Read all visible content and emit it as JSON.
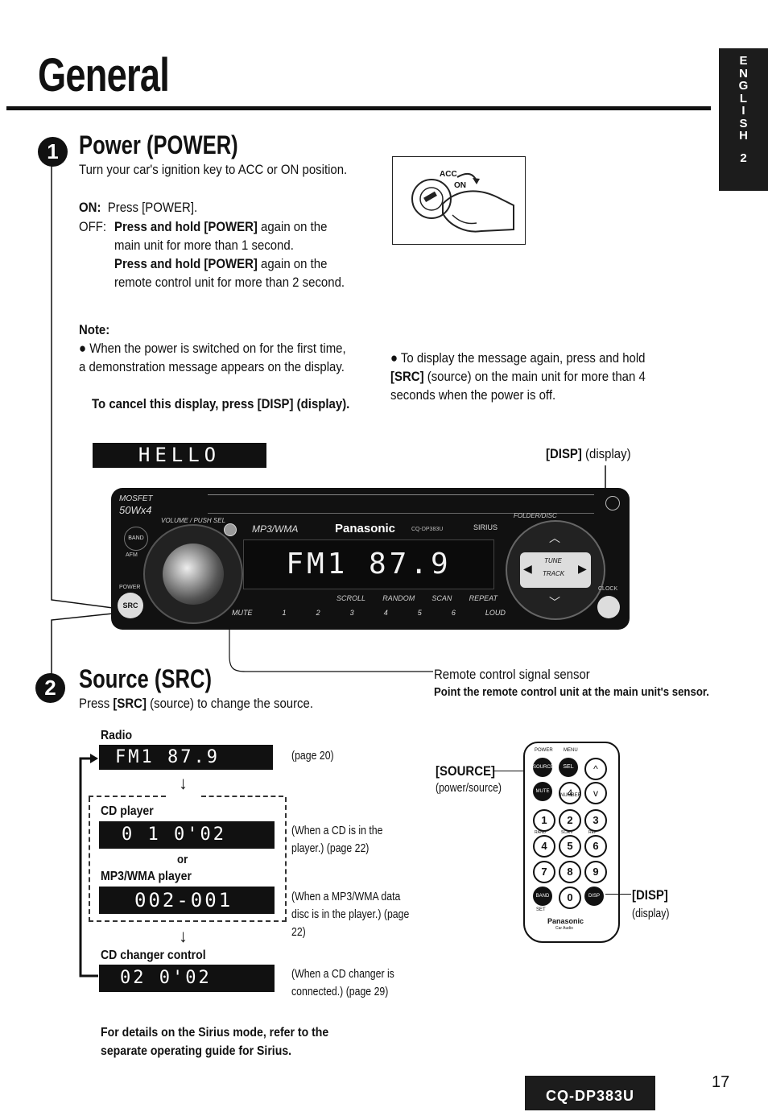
{
  "header": {
    "title": "General",
    "side_tab": [
      "E",
      "N",
      "G",
      "L",
      "I",
      "S",
      "H"
    ],
    "side_tab_num": "2"
  },
  "section1": {
    "badge": "1",
    "heading": "Power (POWER)",
    "intro": "Turn your car's ignition key to ACC or ON position.",
    "on_label": "ON:",
    "on_text": "Press [POWER].",
    "off_label": "OFF:",
    "off_bold1": "Press and hold [POWER]",
    "off_text1": " again on the main unit for more than 1 second.",
    "off_bold2": "Press and hold [POWER]",
    "off_text2": " again on the remote control unit for more than 2 second.",
    "note_label": "Note:",
    "note_text": "When the power is switched on for the first time, a demonstration message appears on the display.",
    "note_bold": "To cancel this display, press [DISP] (display).",
    "right_bullet_pre": "To display the message again, press and hold ",
    "right_bullet_bold": "[SRC]",
    "right_bullet_post": " (source) on the main unit for more than 4 seconds when the power is off.",
    "hello_display": "HELLO",
    "disp_label_bold": "[DISP]",
    "disp_label_text": " (display)",
    "ignition": {
      "acc": "ACC",
      "on": "ON"
    }
  },
  "unit": {
    "mosfet": "MOSFET",
    "watts": "50Wx4",
    "brand_format": "MP3/WMA",
    "brand": "Panasonic",
    "model_small": "CQ-DP383U",
    "sirius": "SIRIUS",
    "display": "FM1  87.9",
    "band": "BAND",
    "afm": "AFM",
    "power": "POWER",
    "src": "SRC",
    "volume": "VOLUME / PUSH SEL",
    "folder_disc": "FOLDER/DISC",
    "tune": "TUNE",
    "track": "TRACK",
    "clock": "CLOCK",
    "buttons_top": [
      "SCROLL",
      "RANDOM",
      "SCAN",
      "REPEAT"
    ],
    "buttons": [
      "MUTE",
      "1",
      "2",
      "3",
      "4",
      "5",
      "6",
      "LOUD"
    ]
  },
  "section2": {
    "badge": "2",
    "heading": "Source (SRC)",
    "intro_pre": "Press ",
    "intro_bold": "[SRC]",
    "intro_post": " (source) to change the source.",
    "sensor_label": "Remote control signal sensor",
    "sensor_bold": "Point the remote control unit at the main unit's sensor.",
    "radio": {
      "label": "Radio",
      "display": "FM1  87.9",
      "note": "(page 20)"
    },
    "cd": {
      "label": "CD player",
      "display": "0 1   0'02",
      "note": "(When a CD is in the player.) (page 22)"
    },
    "or": "or",
    "mp3": {
      "label": "MP3/WMA player",
      "display": "002-001",
      "note": "(When a MP3/WMA data disc is in the player.) (page 22)"
    },
    "changer": {
      "label": "CD changer control",
      "display": "02   0'02",
      "note": "(When a CD changer is connected.) (page 29)"
    },
    "source_bold": "[SOURCE]",
    "source_text": "(power/source)",
    "remote_disp_bold": "[DISP]",
    "remote_disp_text": "(display)",
    "remote": {
      "top_labels": [
        "POWER",
        "MENU"
      ],
      "row1": [
        "SOURCE",
        "SEL",
        "^"
      ],
      "number_label": "NUMBER",
      "row2": [
        "MUTE",
        "4",
        "v"
      ],
      "row3": [
        "1",
        "2",
        "3"
      ],
      "row3_labels": [
        "RAND",
        "SCAN",
        "REP"
      ],
      "row4": [
        "4",
        "5",
        "6"
      ],
      "row5": [
        "7",
        "8",
        "9"
      ],
      "row6": [
        "BAND",
        "0",
        "DISP"
      ],
      "set": "SET",
      "brand": "Panasonic",
      "sub": "Car Audio"
    },
    "footnote": "For details on the Sirius mode, refer to the separate operating guide for Sirius."
  },
  "footer": {
    "model": "CQ-DP383U",
    "page": "17"
  }
}
